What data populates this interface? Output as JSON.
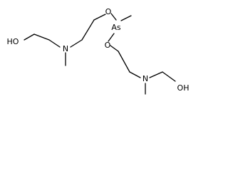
{
  "molecule": {
    "atoms": {
      "ho_left": "HO",
      "n_left": "N",
      "o_top": "O",
      "as": "As",
      "o_mid": "O",
      "n_right": "N",
      "oh_right": "OH"
    },
    "colors": {
      "atom_text": "#000000",
      "bond": "#000000",
      "background": "#ffffff"
    }
  }
}
